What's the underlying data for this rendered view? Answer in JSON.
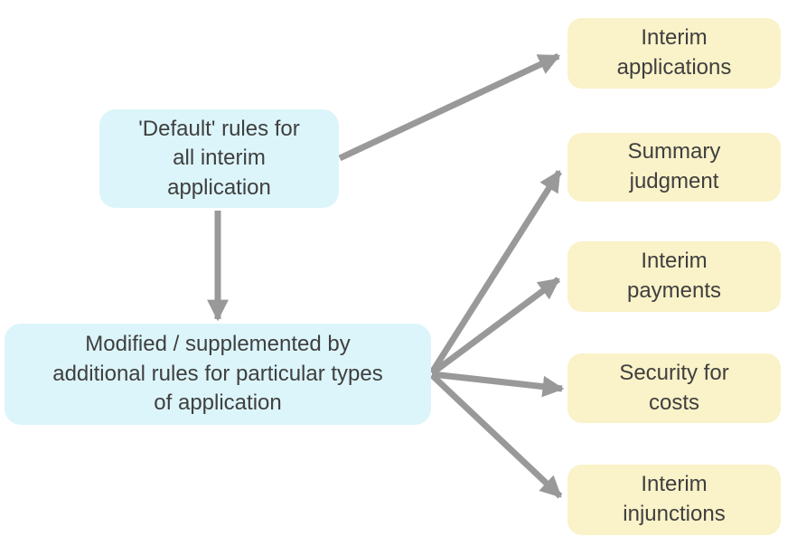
{
  "diagram": {
    "colors": {
      "background": "#ffffff",
      "source_box_fill": "#dcf5fa",
      "target_box_fill": "#faf2c8",
      "arrow": "#999999",
      "text": "#3f3f3f"
    },
    "source_boxes": [
      {
        "name": "default-rules",
        "label": "'Default' rules for\nall interim\napplication"
      },
      {
        "name": "modified-rules",
        "label": "Modified / supplemented by\nadditional rules for particular types\nof application"
      }
    ],
    "target_boxes": [
      {
        "name": "interim-applications",
        "label": "Interim\napplications"
      },
      {
        "name": "summary-judgment",
        "label": "Summary\njudgment"
      },
      {
        "name": "interim-payments",
        "label": "Interim\npayments"
      },
      {
        "name": "security-for-costs",
        "label": "Security for\ncosts"
      },
      {
        "name": "interim-injunctions",
        "label": "Interim\ninjunctions"
      }
    ],
    "connections": [
      {
        "from": "default-rules",
        "to": "interim-applications"
      },
      {
        "from": "default-rules",
        "to": "modified-rules"
      },
      {
        "from": "modified-rules",
        "to": "summary-judgment"
      },
      {
        "from": "modified-rules",
        "to": "interim-payments"
      },
      {
        "from": "modified-rules",
        "to": "security-for-costs"
      },
      {
        "from": "modified-rules",
        "to": "interim-injunctions"
      }
    ]
  }
}
